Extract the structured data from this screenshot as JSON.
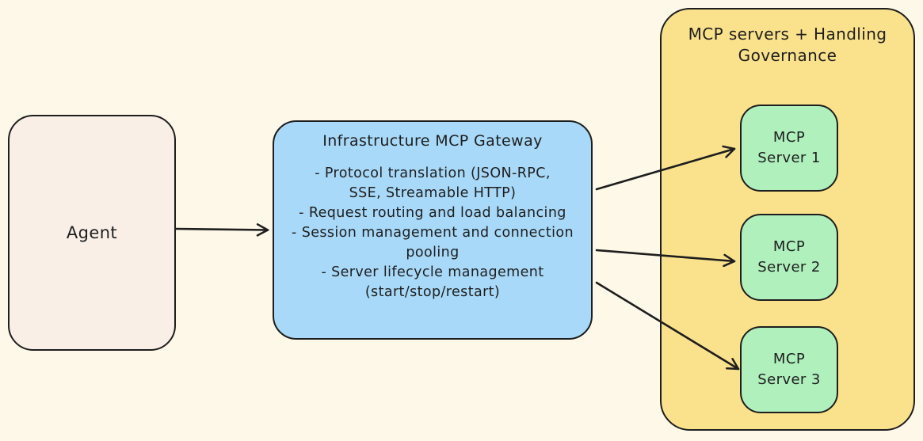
{
  "agent": {
    "label": "Agent"
  },
  "gateway": {
    "title": "Infrastructure MCP Gateway",
    "lines": [
      "- Protocol translation (JSON-RPC,",
      "SSE, Streamable HTTP)",
      "- Request routing and load balancing",
      "- Session management and connection",
      "pooling",
      "- Server lifecycle management",
      "(start/stop/restart)"
    ]
  },
  "server_group": {
    "title": "MCP servers + Handling Governance",
    "servers": [
      {
        "line1": "MCP",
        "line2": "Server 1"
      },
      {
        "line1": "MCP",
        "line2": "Server 2"
      },
      {
        "line1": "MCP",
        "line2": "Server 3"
      }
    ]
  },
  "colors": {
    "background": "#fdf8e8",
    "agent_fill": "#f9efe7",
    "gateway_fill": "#a8d9f8",
    "group_fill": "#fae28c",
    "server_fill": "#aff0bd",
    "stroke": "#1e1e1e"
  }
}
